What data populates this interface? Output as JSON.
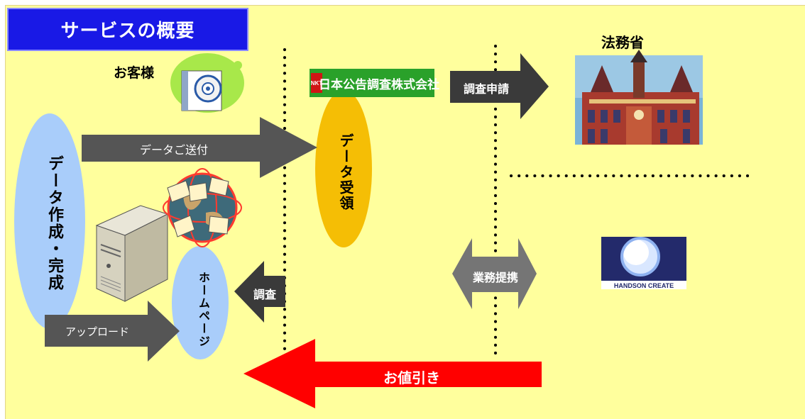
{
  "title": "サービスの概要",
  "labels": {
    "customer": "お客様",
    "ministry": "法務省",
    "company_logo": "日本公告調査株式会社",
    "company_logo_prefix": "NKT",
    "partner_logo": "HANDSON CREATE"
  },
  "ellipses": {
    "data_creation": "データ作成・完成",
    "data_receipt": "データ受領",
    "homepage": "ホームページ"
  },
  "arrows": {
    "send_data": "データご送付",
    "application": "調査申請",
    "investigation": "調査",
    "upload": "アップロード",
    "partnership": "業務提携",
    "discount": "お値引き"
  },
  "colors": {
    "background": "#ffff9d",
    "title_bg": "#1919e6",
    "ellipse_blue": "#a9cdfa",
    "ellipse_orange": "#f5be05",
    "arrow_gray": "#555555",
    "arrow_red": "#ff0000"
  }
}
